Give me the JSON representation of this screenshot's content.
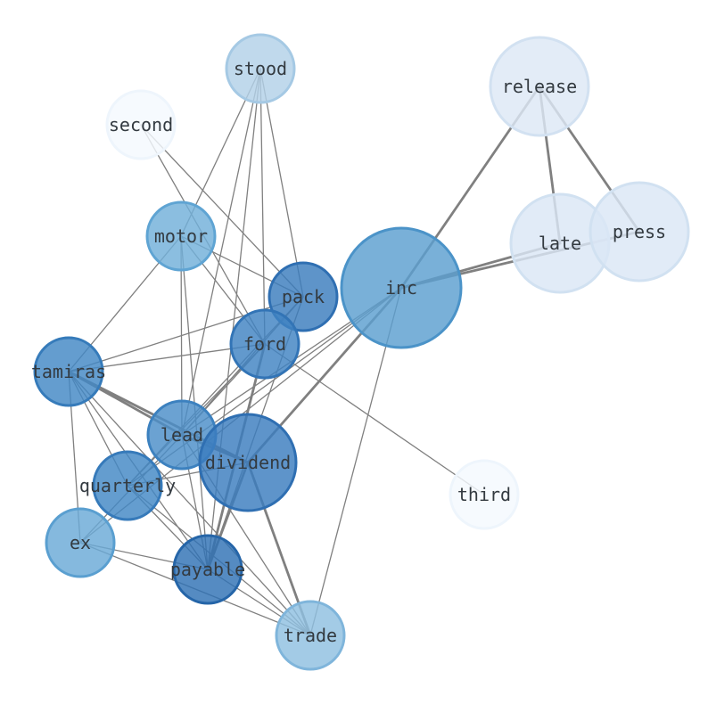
{
  "colors": {
    "edge": "#808080",
    "label": "#333a40"
  },
  "nodes": [
    {
      "id": "stood",
      "label": "stood",
      "fill": "#b2d1e8",
      "stroke": "#a5c9e4"
    },
    {
      "id": "second",
      "label": "second",
      "fill": "#f4f9fe",
      "stroke": "#eef5fc"
    },
    {
      "id": "release",
      "label": "release",
      "fill": "#dde8f5",
      "stroke": "#d2e1f1"
    },
    {
      "id": "motor",
      "label": "motor",
      "fill": "#72b0d9",
      "stroke": "#5fa4d3"
    },
    {
      "id": "late",
      "label": "late",
      "fill": "#dbe7f5",
      "stroke": "#d1e1f1"
    },
    {
      "id": "press",
      "label": "press",
      "fill": "#dbe7f5",
      "stroke": "#d1e1f1"
    },
    {
      "id": "inc",
      "label": "inc",
      "fill": "#5b9fcf",
      "stroke": "#4b93c8"
    },
    {
      "id": "pack",
      "label": "pack",
      "fill": "#3b7dbd",
      "stroke": "#2f6fb2"
    },
    {
      "id": "ford",
      "label": "ford",
      "fill": "#3f83c2",
      "stroke": "#3274b6"
    },
    {
      "id": "tamiras",
      "label": "tamiras",
      "fill": "#4288c4",
      "stroke": "#367bba"
    },
    {
      "id": "lead",
      "label": "lead",
      "fill": "#4a8ec8",
      "stroke": "#3c81bf"
    },
    {
      "id": "dividend",
      "label": "dividend",
      "fill": "#3b7dbe",
      "stroke": "#2f6fb2"
    },
    {
      "id": "quarterly",
      "label": "quarterly",
      "fill": "#4287c4",
      "stroke": "#367aba"
    },
    {
      "id": "third",
      "label": "third",
      "fill": "#f4f9fe",
      "stroke": "#eef5fc"
    },
    {
      "id": "ex",
      "label": "ex",
      "fill": "#6aaad7",
      "stroke": "#5a9fd0"
    },
    {
      "id": "payable",
      "label": "payable",
      "fill": "#2f72b5",
      "stroke": "#2565a8"
    },
    {
      "id": "trade",
      "label": "trade",
      "fill": "#8fbfe0",
      "stroke": "#7fb5db"
    }
  ],
  "edges": [
    {
      "source": "release",
      "target": "inc",
      "weight": 2
    },
    {
      "source": "release",
      "target": "late",
      "weight": 2
    },
    {
      "source": "release",
      "target": "press",
      "weight": 2
    },
    {
      "source": "inc",
      "target": "late",
      "weight": 2
    },
    {
      "source": "inc",
      "target": "press",
      "weight": 2
    },
    {
      "source": "inc",
      "target": "dividend",
      "weight": 2
    },
    {
      "source": "inc",
      "target": "trade",
      "weight": 1
    },
    {
      "source": "inc",
      "target": "lead",
      "weight": 1
    },
    {
      "source": "inc",
      "target": "quarterly",
      "weight": 1
    },
    {
      "source": "inc",
      "target": "ex",
      "weight": 1
    },
    {
      "source": "stood",
      "target": "pack",
      "weight": 1
    },
    {
      "source": "stood",
      "target": "ford",
      "weight": 1
    },
    {
      "source": "stood",
      "target": "lead",
      "weight": 1
    },
    {
      "source": "stood",
      "target": "payable",
      "weight": 1
    },
    {
      "source": "stood",
      "target": "motor",
      "weight": 1
    },
    {
      "source": "second",
      "target": "pack",
      "weight": 1
    },
    {
      "source": "second",
      "target": "ford",
      "weight": 1
    },
    {
      "source": "motor",
      "target": "pack",
      "weight": 1
    },
    {
      "source": "motor",
      "target": "ford",
      "weight": 1
    },
    {
      "source": "motor",
      "target": "tamiras",
      "weight": 1
    },
    {
      "source": "motor",
      "target": "lead",
      "weight": 1
    },
    {
      "source": "motor",
      "target": "payable",
      "weight": 1
    },
    {
      "source": "pack",
      "target": "tamiras",
      "weight": 1
    },
    {
      "source": "pack",
      "target": "lead",
      "weight": 1
    },
    {
      "source": "pack",
      "target": "quarterly",
      "weight": 1
    },
    {
      "source": "pack",
      "target": "payable",
      "weight": 1
    },
    {
      "source": "ford",
      "target": "tamiras",
      "weight": 1
    },
    {
      "source": "ford",
      "target": "lead",
      "weight": 1
    },
    {
      "source": "ford",
      "target": "third",
      "weight": 1
    },
    {
      "source": "ford",
      "target": "payable",
      "weight": 2
    },
    {
      "source": "ford",
      "target": "quarterly",
      "weight": 1
    },
    {
      "source": "tamiras",
      "target": "lead",
      "weight": 2
    },
    {
      "source": "tamiras",
      "target": "dividend",
      "weight": 2
    },
    {
      "source": "tamiras",
      "target": "quarterly",
      "weight": 1
    },
    {
      "source": "tamiras",
      "target": "ex",
      "weight": 1
    },
    {
      "source": "tamiras",
      "target": "payable",
      "weight": 1
    },
    {
      "source": "tamiras",
      "target": "trade",
      "weight": 1
    },
    {
      "source": "lead",
      "target": "dividend",
      "weight": 2
    },
    {
      "source": "lead",
      "target": "payable",
      "weight": 1
    },
    {
      "source": "lead",
      "target": "ex",
      "weight": 1
    },
    {
      "source": "lead",
      "target": "trade",
      "weight": 1
    },
    {
      "source": "dividend",
      "target": "payable",
      "weight": 2
    },
    {
      "source": "dividend",
      "target": "trade",
      "weight": 2
    },
    {
      "source": "dividend",
      "target": "quarterly",
      "weight": 1
    },
    {
      "source": "quarterly",
      "target": "payable",
      "weight": 1
    },
    {
      "source": "quarterly",
      "target": "trade",
      "weight": 1
    },
    {
      "source": "ex",
      "target": "payable",
      "weight": 1
    },
    {
      "source": "ex",
      "target": "trade",
      "weight": 1
    },
    {
      "source": "payable",
      "target": "trade",
      "weight": 1
    }
  ]
}
